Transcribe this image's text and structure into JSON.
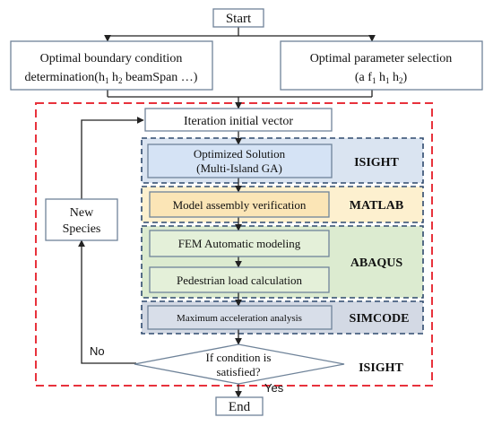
{
  "nodes": {
    "start": "Start",
    "end": "End",
    "boundary": {
      "line1": "Optimal boundary condition",
      "line2_a": "determination(h",
      "line2_sub1": "1",
      "line2_b": " h",
      "line2_sub2": "2",
      "line2_c": " beamSpan …)"
    },
    "param": {
      "line1": "Optimal parameter selection",
      "line2_a": "(a f",
      "line2_sub1": "1",
      "line2_b": " h",
      "line2_sub2": "1",
      "line2_c": " h",
      "line2_sub3": "2",
      "line2_d": ")"
    },
    "iteration": "Iteration initial vector",
    "optimized": {
      "line1": "Optimized Solution",
      "line2": "(Multi-Island GA)"
    },
    "model_check": "Model assembly verification",
    "fem": "FEM Automatic modeling",
    "pedestrian": "Pedestrian load calculation",
    "max_acc": "Maximum acceleration analysis",
    "condition": {
      "line1": "If condition is",
      "line2": "satisfied?"
    },
    "new_species": {
      "line1": "New",
      "line2": "Species"
    }
  },
  "groups": {
    "isight_top": "ISIGHT",
    "matlab": "MATLAB",
    "abaqus": "ABAQUS",
    "simcode": "SIMCODE",
    "isight_bottom": "ISIGHT"
  },
  "edges": {
    "no": "No",
    "yes": "Yes"
  },
  "colors": {
    "outer_dash": "#e8323c",
    "group_dash": "#2f4a6e",
    "isight_fill": "#dae4f1",
    "optimized_fill": "#d5e3f5",
    "matlab_fill": "#fdf0cf",
    "model_fill": "#fbe5b6",
    "abaqus_fill": "#dcebd0",
    "fem_fill": "#e4f0d9",
    "simcode_fill": "#d3d9e4",
    "maxacc_fill": "#d8dee9",
    "box_stroke": "#6f8399",
    "arrow": "#222222"
  }
}
